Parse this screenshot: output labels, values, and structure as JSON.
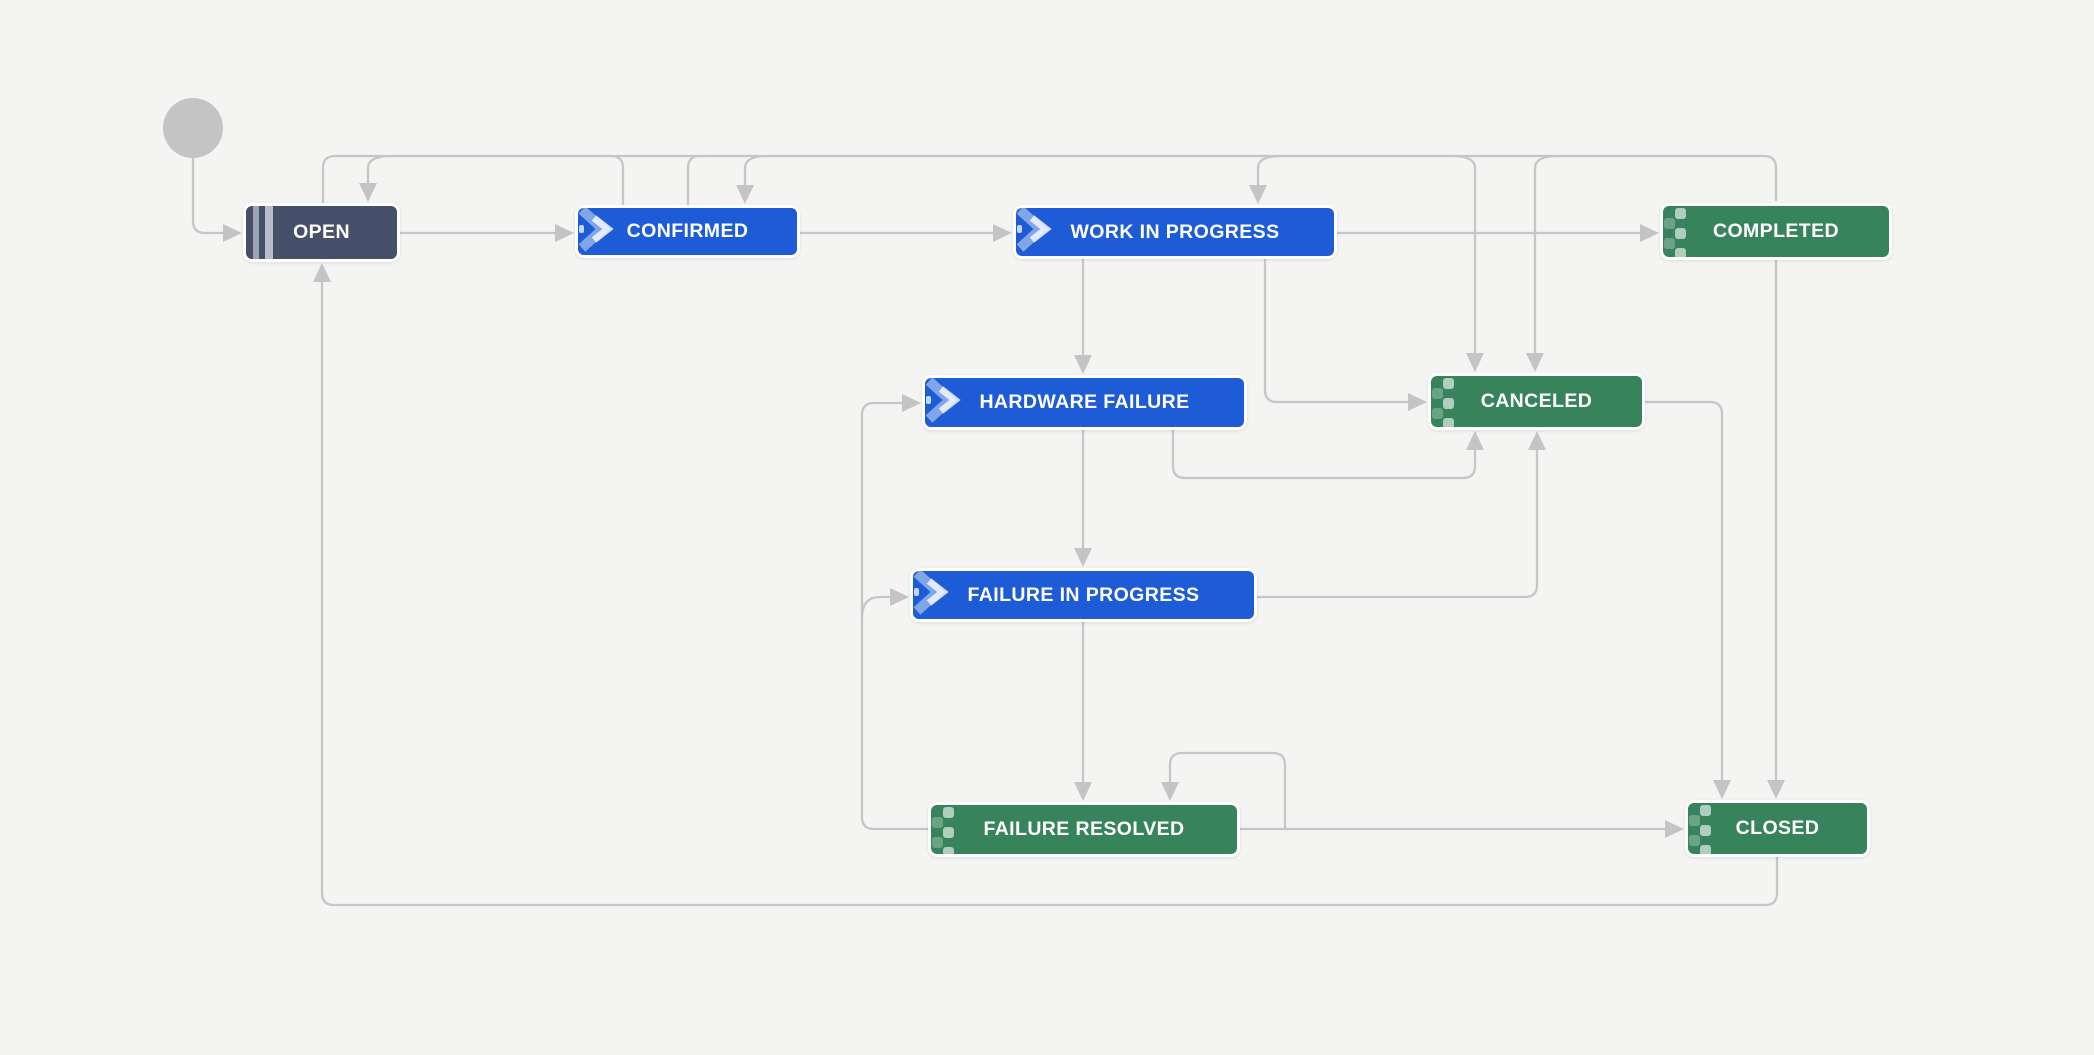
{
  "diagram": {
    "type": "workflow-state-diagram",
    "background_color": "#f4f4f3",
    "edge_color": "#c6c6c7",
    "start_node": {
      "icon": "start-circle",
      "color": "#c4c4c4"
    },
    "status_colors": {
      "todo": "#46506a",
      "in_progress": "#1d5cd6",
      "done": "#37845c"
    },
    "statuses": [
      {
        "id": "open",
        "label": "OPEN",
        "category": "todo",
        "icon": "pause-bars-icon"
      },
      {
        "id": "confirmed",
        "label": "CONFIRMED",
        "category": "in_progress",
        "icon": "chevron-double-icon"
      },
      {
        "id": "work-in-progress",
        "label": "WORK IN PROGRESS",
        "category": "in_progress",
        "icon": "chevron-double-icon"
      },
      {
        "id": "completed",
        "label": "COMPLETED",
        "category": "done",
        "icon": "checker-flag-icon"
      },
      {
        "id": "hardware-failure",
        "label": "HARDWARE FAILURE",
        "category": "in_progress",
        "icon": "chevron-double-icon"
      },
      {
        "id": "canceled",
        "label": "CANCELED",
        "category": "done",
        "icon": "checker-flag-icon"
      },
      {
        "id": "failure-in-progress",
        "label": "FAILURE IN PROGRESS",
        "category": "in_progress",
        "icon": "chevron-double-icon"
      },
      {
        "id": "failure-resolved",
        "label": "FAILURE RESOLVED",
        "category": "done",
        "icon": "checker-flag-icon"
      },
      {
        "id": "closed",
        "label": "CLOSED",
        "category": "done",
        "icon": "checker-flag-icon"
      }
    ]
  }
}
